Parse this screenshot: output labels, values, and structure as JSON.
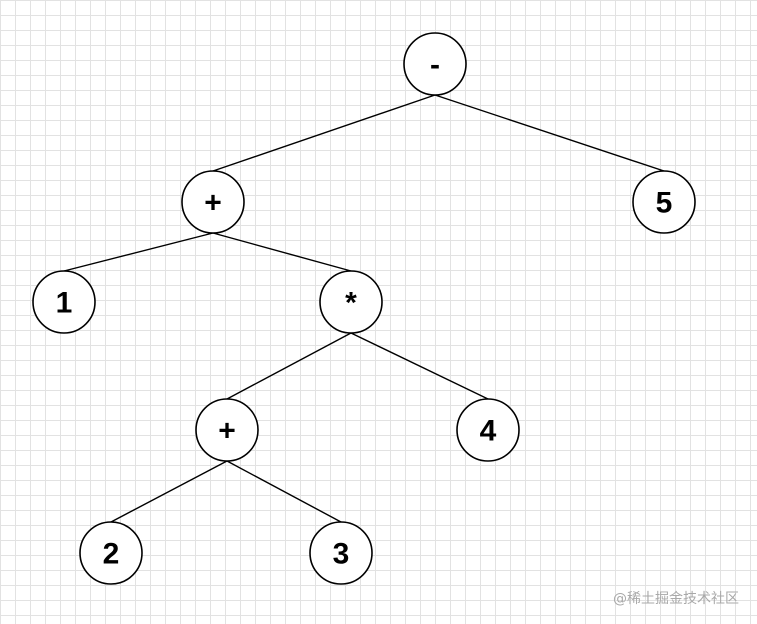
{
  "tree": {
    "nodes": [
      {
        "id": "root",
        "label": "-"
      },
      {
        "id": "plus-left",
        "label": "+"
      },
      {
        "id": "five",
        "label": "5"
      },
      {
        "id": "one",
        "label": "1"
      },
      {
        "id": "times",
        "label": "*"
      },
      {
        "id": "plus-inner",
        "label": "+"
      },
      {
        "id": "four",
        "label": "4"
      },
      {
        "id": "two",
        "label": "2"
      },
      {
        "id": "three",
        "label": "3"
      }
    ],
    "edges": [
      {
        "from": "root",
        "to": "plus-left"
      },
      {
        "from": "root",
        "to": "five"
      },
      {
        "from": "plus-left",
        "to": "one"
      },
      {
        "from": "plus-left",
        "to": "times"
      },
      {
        "from": "times",
        "to": "plus-inner"
      },
      {
        "from": "times",
        "to": "four"
      },
      {
        "from": "plus-inner",
        "to": "two"
      },
      {
        "from": "plus-inner",
        "to": "three"
      }
    ]
  },
  "watermark": "@稀土掘金技术社区"
}
